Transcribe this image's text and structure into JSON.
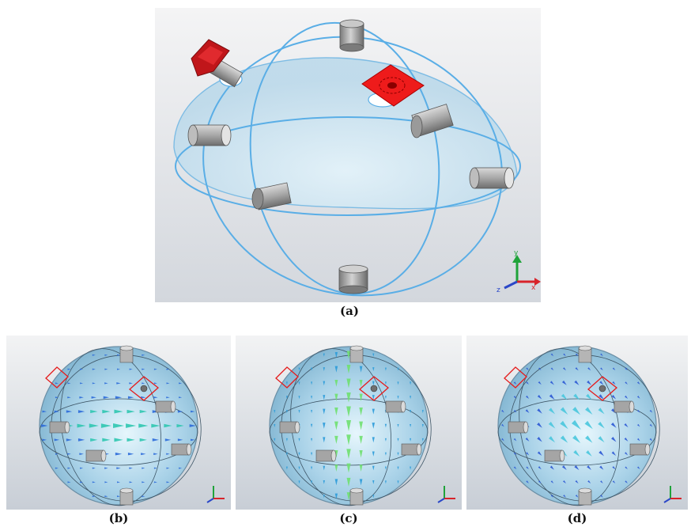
{
  "panels": {
    "a": {
      "caption": "(a)"
    },
    "b": {
      "caption": "(b)"
    },
    "c": {
      "caption": "(c)"
    },
    "d": {
      "caption": "(d)"
    }
  },
  "axes": {
    "x": "x",
    "y": "y",
    "z": "z"
  },
  "colors": {
    "background_top": "#f3f3f4",
    "background_bottom": "#c9cfd6",
    "sphere_fill": "#cfe6f3",
    "sphere_edge": "#6cb7e6",
    "wire": "#5aaee6",
    "probe": "#9a9a9a",
    "feed": "#e51b1b",
    "axis_x": "#d8232a",
    "axis_y": "#1fa33a",
    "axis_z": "#2a47c8"
  },
  "field_arrows": {
    "b": {
      "primary": "#2b6ad9",
      "secondary": "#2fc7b0"
    },
    "c": {
      "primary": "#2b9bd9",
      "secondary": "#6fe06f"
    },
    "d": {
      "primary": "#2a57d4",
      "secondary": "#49c6dd"
    }
  }
}
